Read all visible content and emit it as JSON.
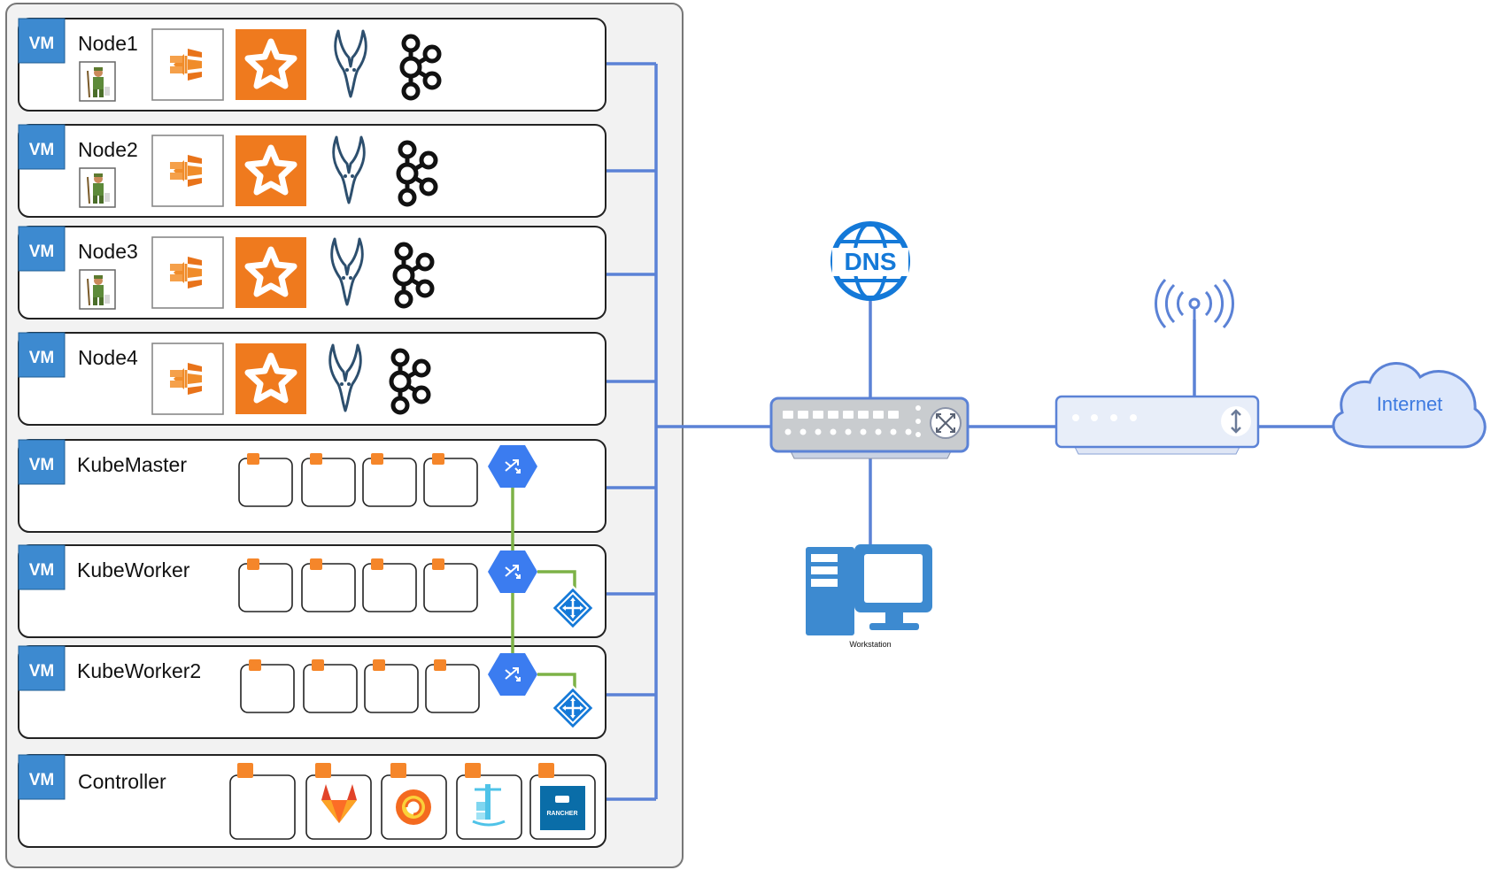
{
  "vm_badge": "VM",
  "nodes": [
    {
      "name": "Node1",
      "elephant": true
    },
    {
      "name": "Node2",
      "elephant": true
    },
    {
      "name": "Node3",
      "elephant": true
    },
    {
      "name": "Node4",
      "elephant": false
    }
  ],
  "kube": [
    {
      "name": "KubeMaster",
      "lb": false
    },
    {
      "name": "KubeWorker",
      "lb": true
    },
    {
      "name": "KubeWorker2",
      "lb": true
    }
  ],
  "controller": {
    "name": "Controller",
    "rancher_text": "RANCHER"
  },
  "dns": {
    "label": "DNS"
  },
  "workstation": {
    "label": "Workstation"
  },
  "internet": {
    "label": "Internet"
  },
  "colors": {
    "network_line": "#5b82d6",
    "vm_badge": "#3d8ad0",
    "pod_orange": "#f5862a",
    "hex_blue": "#3b7cf0",
    "kube_link": "#7db247",
    "icon_blue": "#1479d8",
    "device_fill": "#e8eef9",
    "device_stroke": "#8aa3d6"
  }
}
